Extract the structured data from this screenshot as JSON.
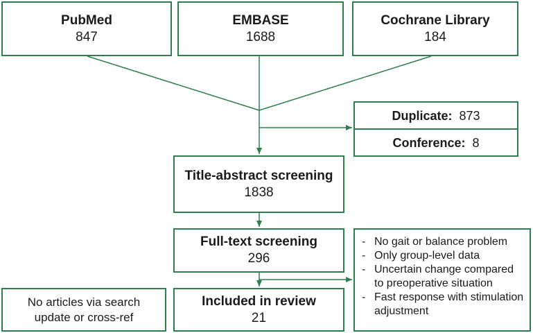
{
  "sources": [
    {
      "name": "PubMed",
      "count": "847"
    },
    {
      "name": "EMBASE",
      "count": "1688"
    },
    {
      "name": "Cochrane Library",
      "count": "184"
    }
  ],
  "excluded_initial": {
    "duplicate_label": "Duplicate:",
    "duplicate_count": "873",
    "conference_label": "Conference:",
    "conference_count": "8"
  },
  "title_abstract": {
    "title": "Title-abstract screening",
    "count": "1838"
  },
  "full_text": {
    "title": "Full-text screening",
    "count": "296"
  },
  "included": {
    "title": "Included in review",
    "count": "21"
  },
  "no_articles": {
    "text": "No articles via search update or cross-ref"
  },
  "full_text_exclusions": [
    "No gait or balance problem",
    "Only group-level data",
    "Uncertain change compared to preoperative situation",
    "Fast response with stimulation adjustment"
  ],
  "colors": {
    "border": "#2e7d4f",
    "arrow": "#2e7d4f"
  }
}
